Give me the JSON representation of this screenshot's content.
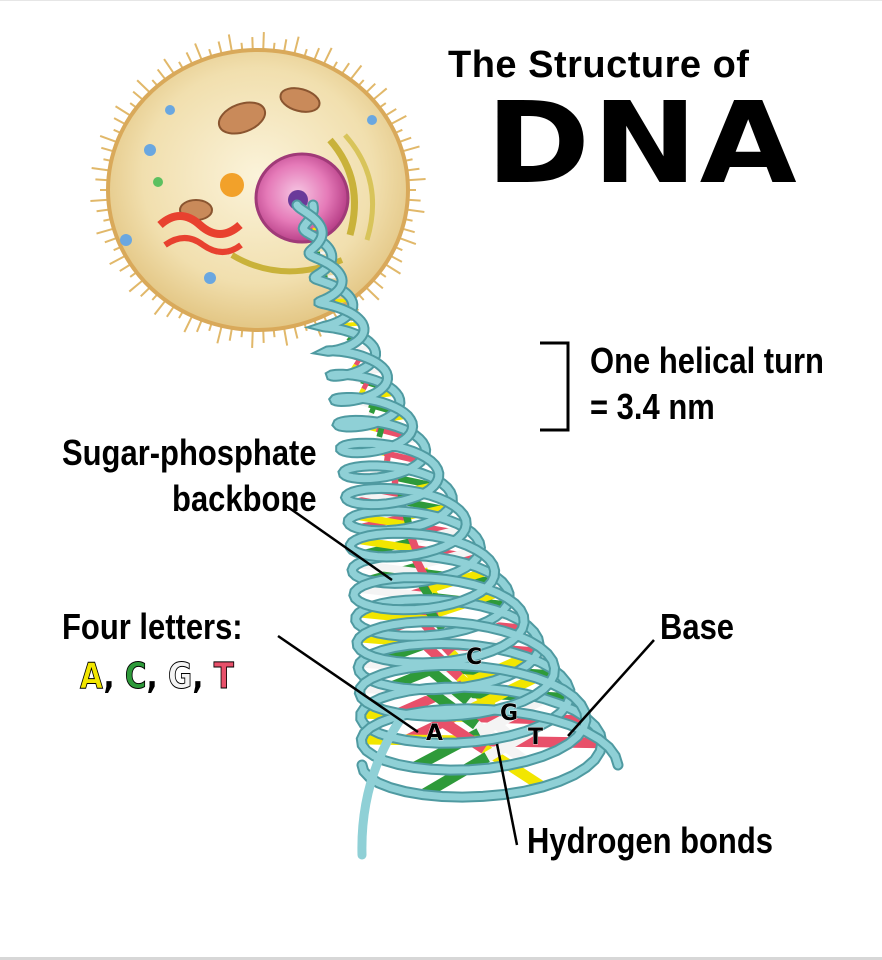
{
  "title": {
    "line1": "The Structure of",
    "line2": "DNA"
  },
  "labels": {
    "helical_turn_line1": "One helical turn",
    "helical_turn_line2": "= 3.4 nm",
    "backbone_line1": "Sugar-phosphate",
    "backbone_line2": "backbone",
    "four_letters": "Four letters:",
    "base": "Base",
    "hydrogen_bonds": "Hydrogen bonds"
  },
  "letters": [
    {
      "char": "A",
      "color": "#f2e600"
    },
    {
      "char": "C",
      "color": "#2e9a3a"
    },
    {
      "char": "G",
      "color": "#f4f4f4"
    },
    {
      "char": "T",
      "color": "#e8506a"
    }
  ],
  "base_pair_letters": {
    "a": "A",
    "c": "C",
    "g": "G",
    "t": "T"
  },
  "colors": {
    "helix": "#8fd0d6",
    "helix_edge": "#4f9aa1",
    "adenine": "#f2e600",
    "cytosine": "#2e9a3a",
    "guanine": "#f4f4f4",
    "thymine": "#e8506a",
    "nucleus": "#e57ab8",
    "cell": "#f3e3b8"
  }
}
